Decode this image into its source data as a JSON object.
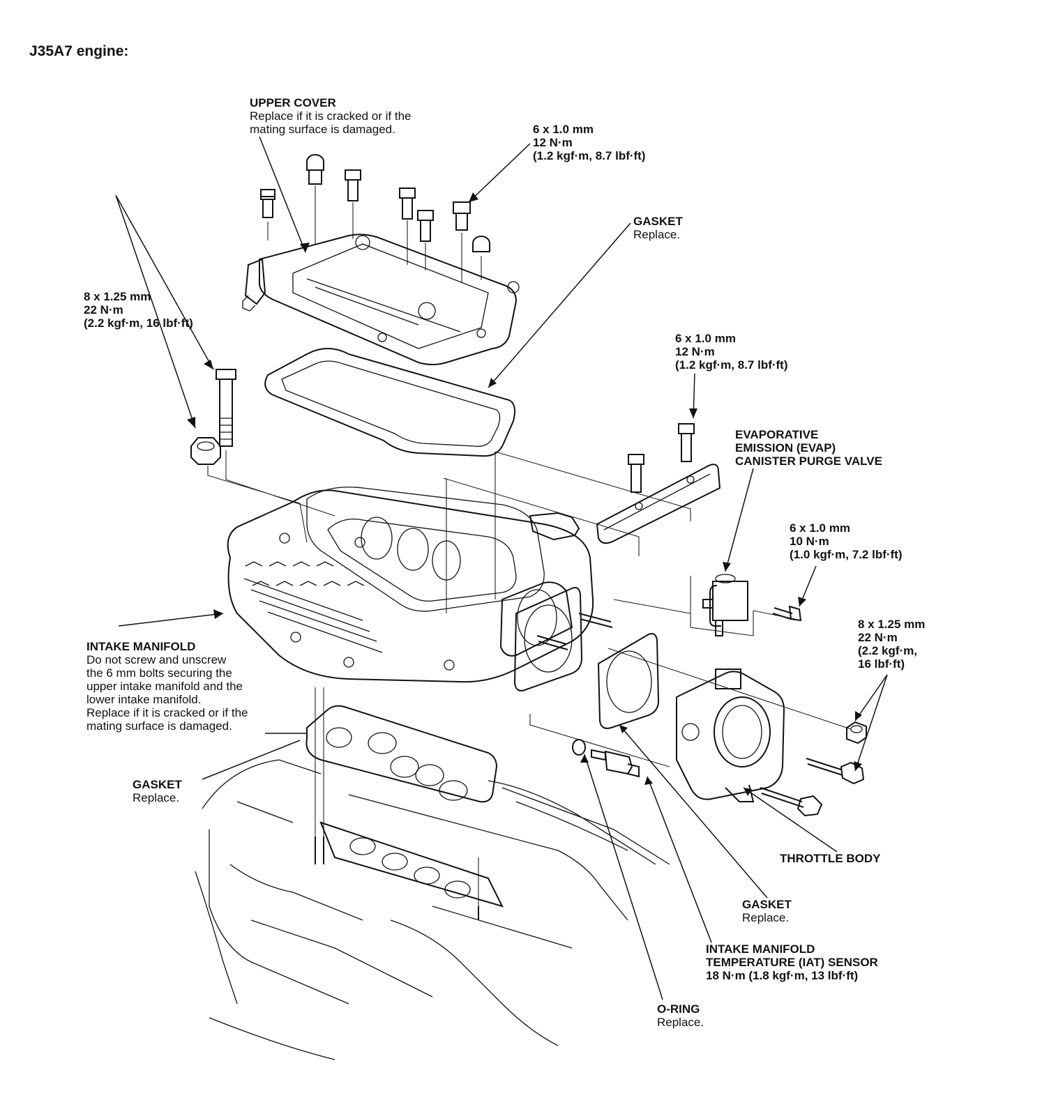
{
  "header": {
    "title": "J35A7 engine:"
  },
  "labels": {
    "upper_cover": {
      "title": "UPPER COVER",
      "lines": [
        "Replace if it is cracked or if the",
        "mating surface is damaged."
      ]
    },
    "bolt_top": {
      "lines": [
        "6 x 1.0 mm",
        "12 N·m",
        "(1.2 kgf·m, 8.7 lbf·ft)"
      ]
    },
    "gasket_upper": {
      "title": "GASKET",
      "lines": [
        "Replace."
      ]
    },
    "bolt_left": {
      "lines": [
        "8 x 1.25 mm",
        "22 N·m",
        "(2.2 kgf·m, 16 lbf·ft)"
      ]
    },
    "bolt_evap_bracket": {
      "lines": [
        "6 x 1.0 mm",
        "12 N·m",
        "(1.2 kgf·m, 8.7 lbf·ft)"
      ]
    },
    "evap_valve": {
      "title_lines": [
        "EVAPORATIVE",
        "EMISSION (EVAP)",
        "CANISTER PURGE VALVE"
      ]
    },
    "bolt_evap_valve": {
      "lines": [
        "6 x 1.0 mm",
        "10 N·m",
        "(1.0 kgf·m, 7.2 lbf·ft)"
      ]
    },
    "bolt_throttle": {
      "lines": [
        "8 x 1.25 mm",
        "22 N·m",
        "(2.2 kgf·m,",
        "16 lbf·ft)"
      ]
    },
    "intake_manifold": {
      "title": "INTAKE MANIFOLD",
      "lines": [
        "Do not screw and unscrew",
        "the 6 mm bolts securing the",
        "upper intake manifold and the",
        "lower intake manifold.",
        "Replace if it is cracked or if the",
        "mating surface is damaged."
      ]
    },
    "gasket_lower": {
      "title": "GASKET",
      "lines": [
        "Replace."
      ]
    },
    "throttle_body": {
      "title": "THROTTLE BODY"
    },
    "gasket_throttle": {
      "title": "GASKET",
      "lines": [
        "Replace."
      ]
    },
    "iat_sensor": {
      "title_lines": [
        "INTAKE MANIFOLD",
        "TEMPERATURE (IAT) SENSOR"
      ],
      "lines": [
        "18 N·m (1.8 kgf·m, 13 lbf·ft)"
      ]
    },
    "o_ring": {
      "title": "O-RING",
      "lines": [
        "Replace."
      ]
    }
  }
}
